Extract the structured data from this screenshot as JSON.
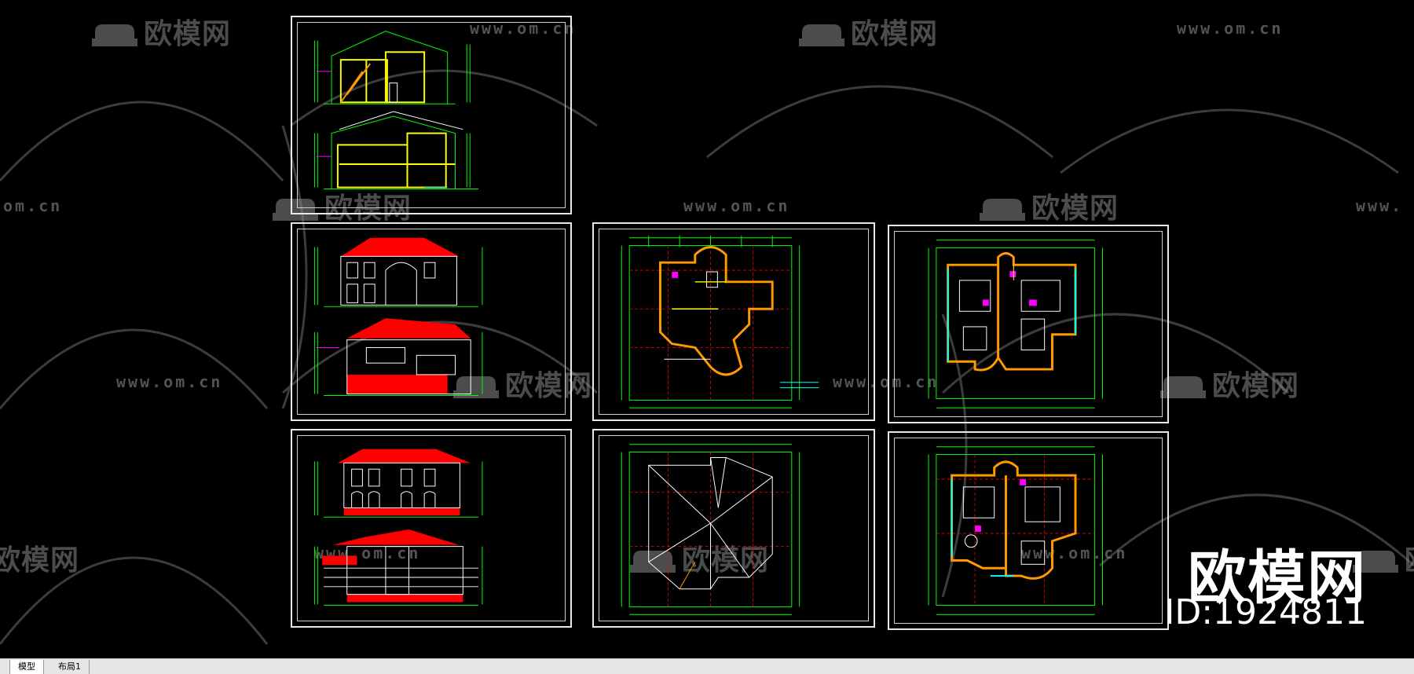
{
  "watermark": {
    "logo_text": "欧模网",
    "url_text": "www.om.cn",
    "url_partial_left": "om.cn",
    "url_partial_right": "www.",
    "logo_partial_left": "欧模网"
  },
  "brand": {
    "name": "欧模网",
    "id_label": "ID:1924811"
  },
  "tabs": [
    {
      "label": "模型",
      "active": true
    },
    {
      "label": "布局1",
      "active": false
    }
  ],
  "colors": {
    "background": "#000000",
    "sheet_border": "#e8e8e8",
    "cad_green": "#00ff00",
    "cad_red": "#ff0000",
    "cad_yellow": "#ffff00",
    "cad_orange": "#ff9900",
    "cad_cyan": "#00ffff",
    "cad_magenta": "#ff00ff",
    "watermark_gray": "#8a8a8a"
  },
  "sheets": [
    {
      "name": "section-sheet",
      "kind": "sections"
    },
    {
      "name": "elevation-sheet-1",
      "kind": "elevations"
    },
    {
      "name": "elevation-sheet-2",
      "kind": "elevations"
    },
    {
      "name": "ground-floor-plan-sheet",
      "kind": "plan"
    },
    {
      "name": "roof-plan-sheet",
      "kind": "roof"
    },
    {
      "name": "second-floor-plan-sheet",
      "kind": "plan"
    },
    {
      "name": "third-floor-plan-sheet",
      "kind": "plan"
    }
  ]
}
